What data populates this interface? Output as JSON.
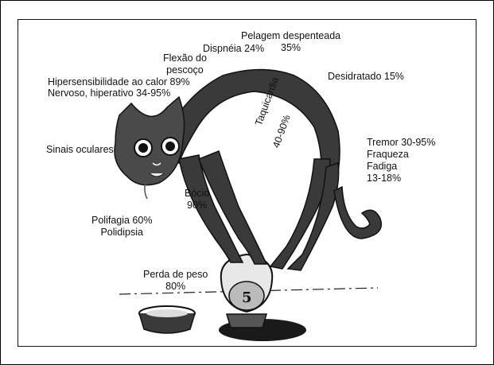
{
  "labels": {
    "pelagem": "Pelagem despenteada",
    "pelagem_pct": "35%",
    "dispneia": "Dispnéia 24%",
    "flexao1": "Flexão do",
    "flexao2": "pescoço",
    "hiper": "Hipersensibilidade ao calor 89%",
    "nervoso": "Nervoso, hiperativo 34-95%",
    "desidratado": "Desidratado 15%",
    "sinais": "Sinais oculares",
    "taquicardia": "Taquicardia",
    "taquicardia_pct": "40-90%",
    "tremor": "Tremor 30-95%",
    "fraqueza": "Fraqueza",
    "fadiga": "Fadiga",
    "fadiga_pct": "13-18%",
    "bocio": "Bócio",
    "bocio_pct": "90%",
    "polifagia": "Polifagia 60%",
    "polidipsia": "Polidipsia",
    "perda": "Perda de peso",
    "perda_pct": "80%"
  }
}
